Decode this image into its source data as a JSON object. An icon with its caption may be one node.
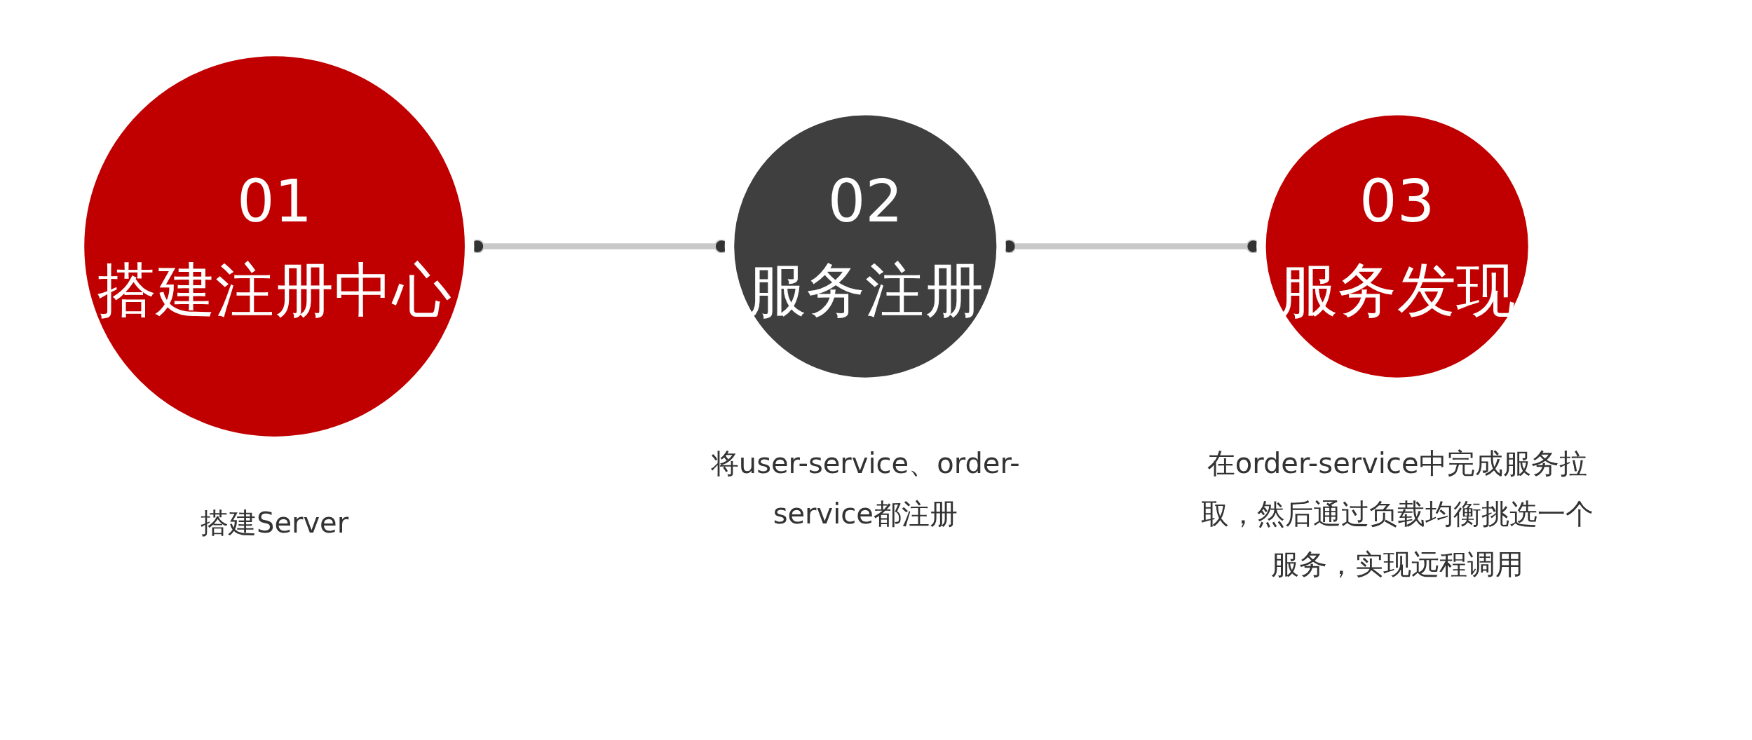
{
  "diagram": {
    "nodes": [
      {
        "text": [
          "01",
          "搭建注册中心"
        ],
        "beside": [
          "搭建Server"
        ]
      },
      {
        "text": [
          "02",
          "服务注册"
        ],
        "beside": [
          "将user-service、order-service都注册"
        ]
      },
      {
        "text": [
          "03",
          "服务发现"
        ],
        "beside": [
          "在order-service中完成服务拉取，然后通过负载均衡挑选一个服务，实现远程调用"
        ]
      }
    ],
    "edges": [
      {
        "from": 0,
        "to": 1,
        "arrow": "other"
      },
      {
        "from": 1,
        "to": 2,
        "arrow": "other"
      }
    ]
  }
}
